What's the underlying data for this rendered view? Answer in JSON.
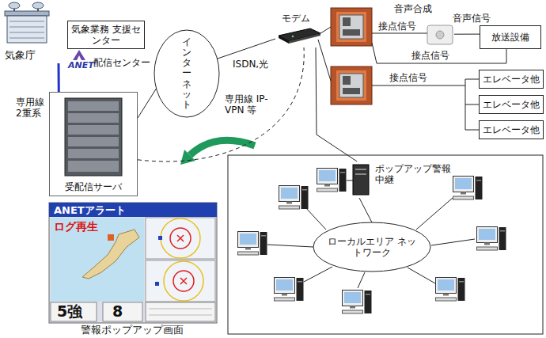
{
  "diagram": {
    "nodes": [
      {
        "text": [
          "気象庁"
        ]
      },
      {
        "text": [
          "気象業務 支援センター"
        ]
      },
      {
        "text": [
          "ANET",
          "配信センター"
        ]
      },
      {
        "text": [
          "受配信サーバ"
        ]
      },
      {
        "text": [
          "インターネット"
        ]
      },
      {
        "text": [
          "モデム"
        ]
      },
      {
        "text": [
          "音声合成"
        ]
      },
      {
        "text": [
          "放送設備"
        ]
      },
      {
        "text": [
          "エレベータ他"
        ]
      },
      {
        "text": [
          "エレベータ他"
        ]
      },
      {
        "text": [
          "エレベータ他"
        ]
      },
      {
        "text": [
          "ポップアップ警報 中継"
        ]
      },
      {
        "text": [
          "ローカルエリア ネットワーク"
        ]
      },
      {
        "text": [
          "ANETアラート",
          "ログ再生",
          "5強",
          "8",
          "警報ポップアップ画面"
        ]
      }
    ],
    "edges": [
      {
        "from": 0,
        "to": 3,
        "arrow": "none"
      },
      {
        "from": 3,
        "to": 4,
        "arrow": "none"
      },
      {
        "from": 4,
        "to": 5,
        "arrow": "none"
      },
      {
        "from": 3,
        "to": 5,
        "arrow": "none"
      },
      {
        "from": 5,
        "to": 11,
        "arrow": "none"
      },
      {
        "from": 11,
        "to": 12,
        "arrow": "none"
      },
      {
        "from": 6,
        "to": 7,
        "arrow": "none"
      }
    ],
    "labels": [
      "専用線 2重系",
      "ISDN,光",
      "専用線 IP-VPN 等",
      "接点信号",
      "音声信号",
      "接点信号",
      "接点信号"
    ]
  }
}
